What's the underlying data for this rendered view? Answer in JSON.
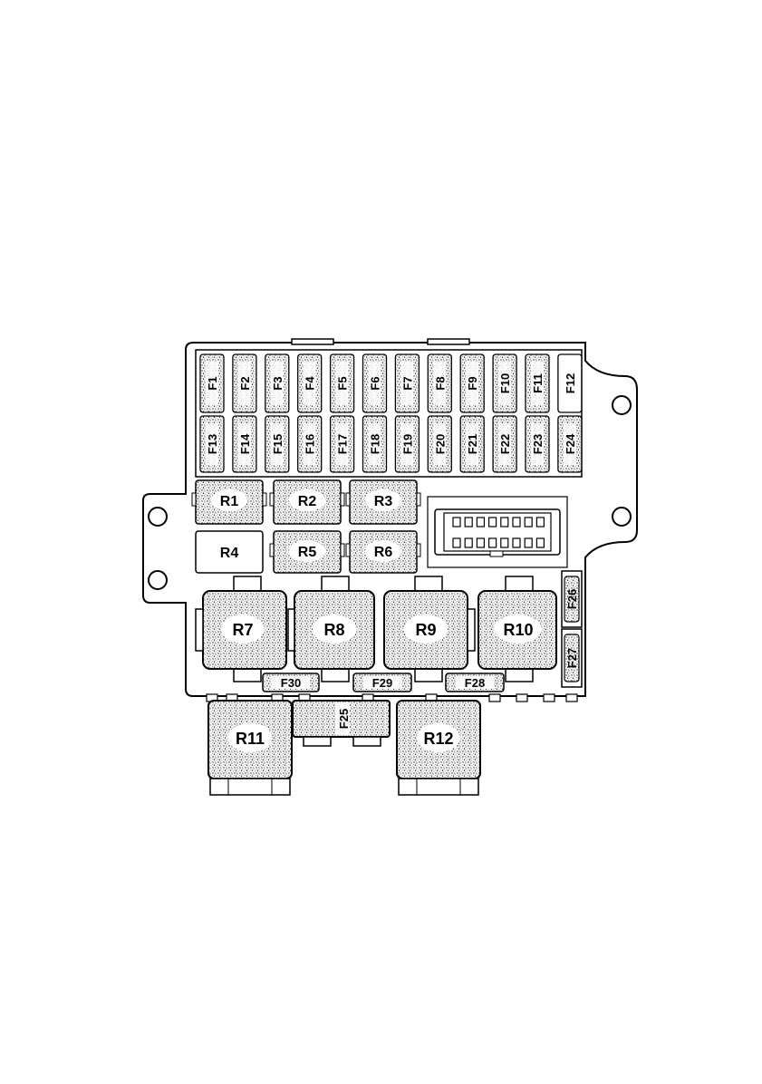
{
  "fuses_top_row": [
    "F1",
    "F2",
    "F3",
    "F4",
    "F5",
    "F6",
    "F7",
    "F8",
    "F9",
    "F10",
    "F11",
    "F12"
  ],
  "fuses_bottom_row": [
    "F13",
    "F14",
    "F15",
    "F16",
    "F17",
    "F18",
    "F19",
    "F20",
    "F21",
    "F22",
    "F23",
    "F24"
  ],
  "relays": {
    "R1": "R1",
    "R2": "R2",
    "R3": "R3",
    "R4": "R4",
    "R5": "R5",
    "R6": "R6",
    "R7": "R7",
    "R8": "R8",
    "R9": "R9",
    "R10": "R10",
    "R11": "R11",
    "R12": "R12"
  },
  "fuses_misc": {
    "F25": "F25",
    "F26": "F26",
    "F27": "F27",
    "F28": "F28",
    "F29": "F29",
    "F30": "F30"
  },
  "colors": {
    "stroke": "#000000",
    "fill_speckle": "#8a8a8a",
    "background": "#ffffff"
  }
}
